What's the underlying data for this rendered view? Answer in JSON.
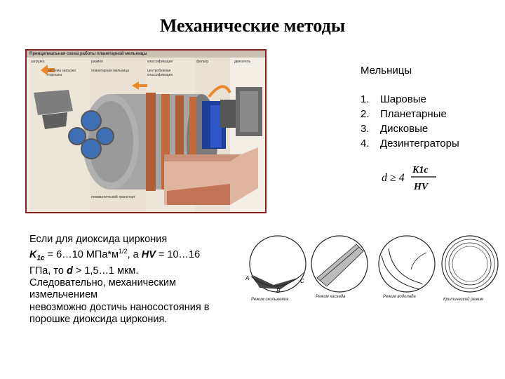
{
  "title": "Механические методы",
  "figure": {
    "header": "Принципиальная схема работы планетарной мельницы",
    "captions": [
      "загрузка",
      "размол",
      "классификация",
      "фильтр",
      "двигатель",
      "система загрузки порошка",
      "планетарная мельница",
      "центробежная классификация",
      "пневматический транспорт"
    ]
  },
  "list": {
    "heading": "Мельницы",
    "items": [
      {
        "num": "1.",
        "text": "Шаровые"
      },
      {
        "num": "2.",
        "text": "Планетарные"
      },
      {
        "num": "3.",
        "text": "Дисковые"
      },
      {
        "num": "4.",
        "text": "Дезинтеграторы"
      }
    ]
  },
  "formula": {
    "lhs": "d ≥ 4",
    "numerator": "K1c",
    "denominator": "HV"
  },
  "paragraph": {
    "line1": "Если для диоксида циркония",
    "k_label": "K",
    "k_sub": "1c",
    "k_text": " = 6…10 МПа*м",
    "k_sup": "1/2",
    "hv_pre": ", а ",
    "hv_label": "HV",
    "hv_text": " = 10…16",
    "line3_pre": "ГПа, то ",
    "d_label": "d",
    "line3_post": " > 1,5…1 мкм.",
    "line4": "Следовательно, механическим",
    "line5": "измельчением",
    "line6": "невозможно достичь наносостояния в",
    "line7": "порошке диоксида циркония."
  },
  "diagrams": {
    "letters": [
      "A",
      "B",
      "C"
    ],
    "labels": [
      "Режим скольжения",
      "Режим каскада",
      "Режим водопада",
      "Критический режим"
    ]
  }
}
